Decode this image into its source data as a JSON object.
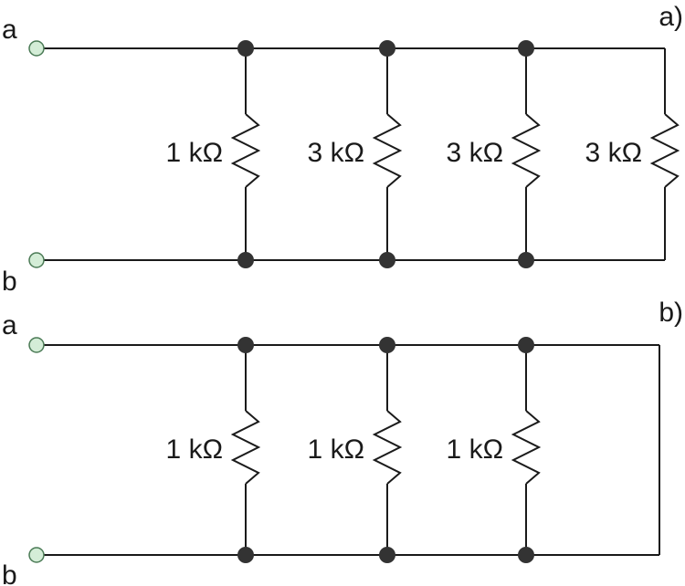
{
  "circuit_a": {
    "label": "a)",
    "terminal_top": "a",
    "terminal_bottom": "b",
    "resistors": [
      "1 kΩ",
      "3 kΩ",
      "3 kΩ",
      "3 kΩ"
    ]
  },
  "circuit_b": {
    "label": "b)",
    "terminal_top": "a",
    "terminal_bottom": "b",
    "resistors": [
      "1 kΩ",
      "1 kΩ",
      "1 kΩ"
    ]
  }
}
